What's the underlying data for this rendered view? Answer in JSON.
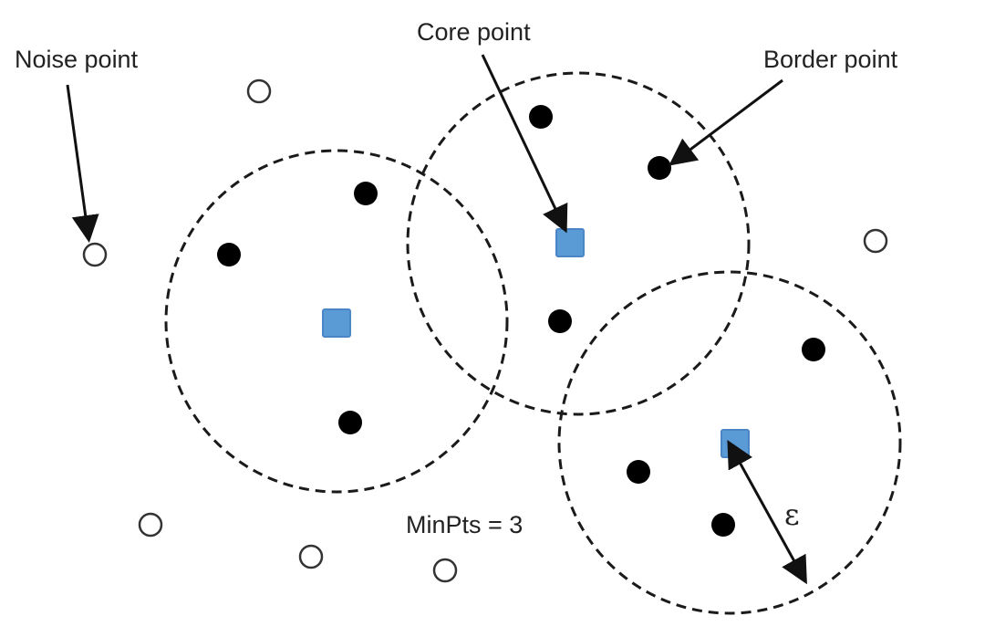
{
  "labels": {
    "noise_point": "Noise point",
    "core_point": "Core point",
    "border_point": "Border point",
    "min_pts": "MinPts = 3",
    "epsilon": "ε"
  },
  "colors": {
    "background": "#ffffff",
    "core_fill": "#5b9bd5",
    "core_stroke": "#4a86c5",
    "border_fill": "#000000",
    "noise_fill": "#ffffff",
    "noise_stroke": "#333333",
    "line": "#1a1a1a"
  },
  "legend_semantics": {
    "core_marker": "blue-square",
    "border_marker": "black-filled-circle",
    "noise_marker": "white-hollow-circle"
  }
}
